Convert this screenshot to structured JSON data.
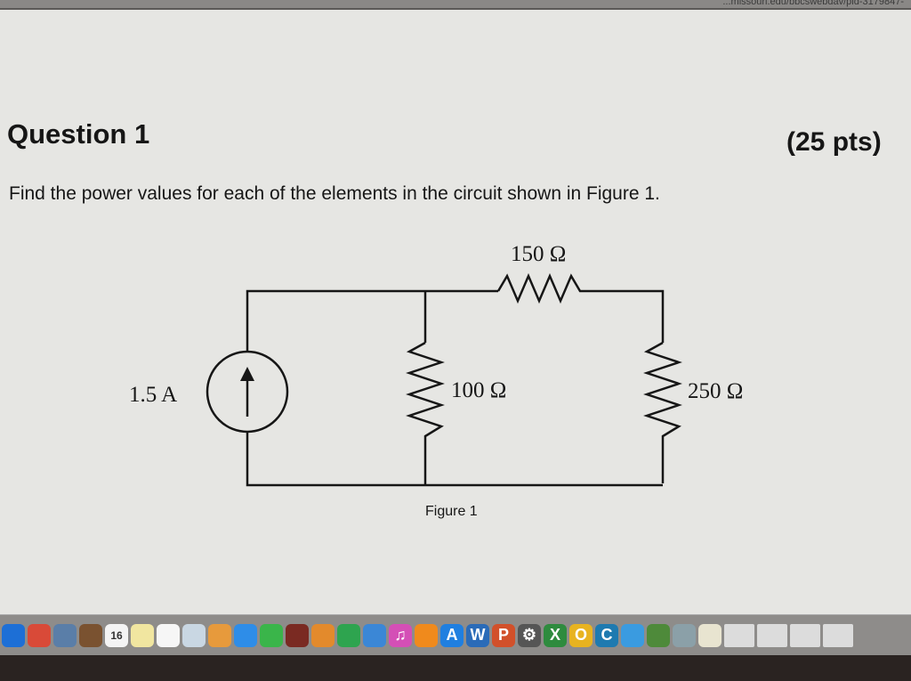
{
  "browser": {
    "url": "...missouri.edu/bbcswebdav/pid-3179847-"
  },
  "question": {
    "title": "Question 1",
    "points": "(25 pts)",
    "text": "Find the power values for each of the elements in the circuit shown in Figure 1."
  },
  "figure": {
    "r_top": "150 Ω",
    "r_middle": "100 Ω",
    "r_right": "250 Ω",
    "source": "1.5 A",
    "caption": "Figure 1"
  },
  "dock": {
    "calendar_day": "16",
    "apps": [
      {
        "name": "safari-icon",
        "color": "#1d6fd6",
        "glyph": ""
      },
      {
        "name": "chrome-icon",
        "color": "#d94a38",
        "glyph": ""
      },
      {
        "name": "preview-icon",
        "color": "#5a7ea8",
        "glyph": ""
      },
      {
        "name": "notebook-icon",
        "color": "#7a5230",
        "glyph": ""
      },
      {
        "name": "calendar-icon",
        "color": "#f4f4f4",
        "glyph": ""
      },
      {
        "name": "notes-icon",
        "color": "#f1e6a0",
        "glyph": ""
      },
      {
        "name": "reminders-icon",
        "color": "#f6f6f6",
        "glyph": ""
      },
      {
        "name": "contacts-icon",
        "color": "#c9d7e3",
        "glyph": ""
      },
      {
        "name": "photos-icon",
        "color": "#e79a3c",
        "glyph": ""
      },
      {
        "name": "messages-icon",
        "color": "#2e8de8",
        "glyph": ""
      },
      {
        "name": "facetime-icon",
        "color": "#3ab54a",
        "glyph": ""
      },
      {
        "name": "photo-booth-icon",
        "color": "#7a2a22",
        "glyph": ""
      },
      {
        "name": "pages-icon",
        "color": "#e38a2c",
        "glyph": ""
      },
      {
        "name": "numbers-icon",
        "color": "#2ea44f",
        "glyph": ""
      },
      {
        "name": "keynote-icon",
        "color": "#3b87d6",
        "glyph": ""
      },
      {
        "name": "itunes-icon",
        "color": "#d44fb6",
        "glyph": "♫"
      },
      {
        "name": "ibooks-icon",
        "color": "#f08a1c",
        "glyph": ""
      },
      {
        "name": "app-store-icon",
        "color": "#1f7fe0",
        "glyph": "A"
      },
      {
        "name": "word-icon",
        "color": "#2a6bb8",
        "glyph": "W"
      },
      {
        "name": "powerpoint-icon",
        "color": "#d2502a",
        "glyph": "P"
      },
      {
        "name": "system-preferences-icon",
        "color": "#555555",
        "glyph": "⚙"
      },
      {
        "name": "excel-icon",
        "color": "#2e8b3e",
        "glyph": "X"
      },
      {
        "name": "outlook-icon",
        "color": "#e8b320",
        "glyph": "O"
      },
      {
        "name": "c-app-icon",
        "color": "#1e7ab0",
        "glyph": "C"
      },
      {
        "name": "lync-icon",
        "color": "#3a9be0",
        "glyph": ""
      },
      {
        "name": "network-icon",
        "color": "#4e8a3a",
        "glyph": ""
      },
      {
        "name": "utility-icon",
        "color": "#8ba0a8",
        "glyph": ""
      },
      {
        "name": "python-icon",
        "color": "#e8e4d0",
        "glyph": ""
      }
    ]
  }
}
